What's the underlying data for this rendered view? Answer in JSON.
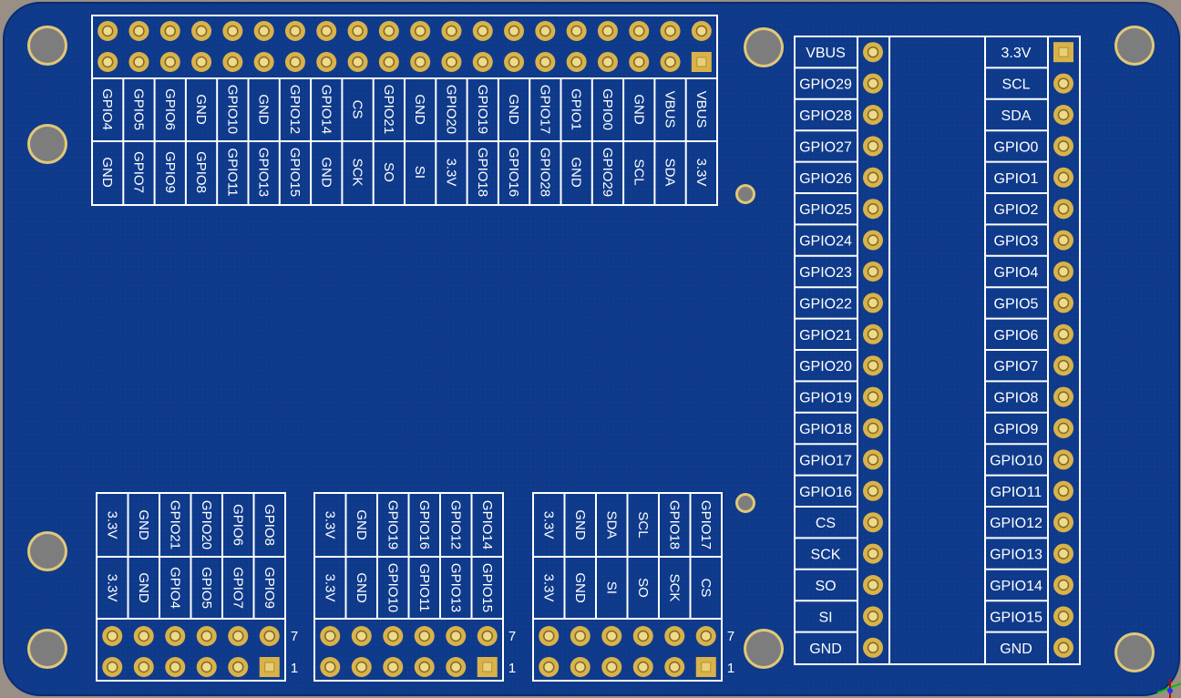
{
  "board": {
    "colors": {
      "pcb": "#0f3a8a",
      "pcb_edge": "#0a2c6e",
      "silk": "#ffffff",
      "pad": "#d9b24a",
      "pad_hole": "#3a4a2a",
      "mount": "#e0c879",
      "frame": "#9a8f86"
    }
  },
  "top_header": {
    "row1_labels": [
      "GPIO4",
      "GPIO5",
      "GPIO6",
      "GND",
      "GPIO10",
      "GND",
      "GPIO12",
      "GPIO14",
      "CS",
      "GPIO21",
      "GND",
      "GPIO20",
      "GPIO19",
      "GND",
      "GPIO17",
      "GPIO1",
      "GPIO0",
      "GND",
      "VBUS",
      "VBUS"
    ],
    "row2_labels": [
      "GND",
      "GPIO7",
      "GPIO9",
      "GPIO8",
      "GPIO11",
      "GPIO13",
      "GPIO15",
      "GND",
      "SCK",
      "SO",
      "SI",
      "3.3V",
      "GPIO18",
      "GPIO16",
      "GPIO28",
      "GND",
      "GPIO29",
      "SCL",
      "SDA",
      "3.3V"
    ]
  },
  "module": {
    "left_labels": [
      "VBUS",
      "GPIO29",
      "GPIO28",
      "GPIO27",
      "GPIO26",
      "GPIO25",
      "GPIO24",
      "GPIO23",
      "GPIO22",
      "GPIO21",
      "GPIO20",
      "GPIO19",
      "GPIO18",
      "GPIO17",
      "GPIO16",
      "CS",
      "SCK",
      "SO",
      "SI",
      "GND"
    ],
    "right_labels": [
      "3.3V",
      "SCL",
      "SDA",
      "GPIO0",
      "GPIO1",
      "GPIO2",
      "GPIO3",
      "GPIO4",
      "GPIO5",
      "GPIO6",
      "GPIO7",
      "GPIO8",
      "GPIO9",
      "GPIO10",
      "GPIO11",
      "GPIO12",
      "GPIO13",
      "GPIO14",
      "GPIO15",
      "GND"
    ]
  },
  "pmod_headers": [
    {
      "row1_labels": [
        "3.3V",
        "GND",
        "GPIO21",
        "GPIO20",
        "GPIO6",
        "GPIO8"
      ],
      "row2_labels": [
        "3.3V",
        "GND",
        "GPIO4",
        "GPIO5",
        "GPIO7",
        "GPIO9"
      ],
      "pin7_label": "7",
      "pin1_label": "1"
    },
    {
      "row1_labels": [
        "3.3V",
        "GND",
        "GPIO19",
        "GPIO16",
        "GPIO12",
        "GPIO14"
      ],
      "row2_labels": [
        "3.3V",
        "GND",
        "GPIO10",
        "GPIO11",
        "GPIO13",
        "GPIO15"
      ],
      "pin7_label": "7",
      "pin1_label": "1"
    },
    {
      "row1_labels": [
        "3.3V",
        "GND",
        "SDA",
        "SCL",
        "GPIO18",
        "GPIO17"
      ],
      "row2_labels": [
        "3.3V",
        "GND",
        "SI",
        "SO",
        "SCK",
        "CS"
      ],
      "pin7_label": "7",
      "pin1_label": "1"
    }
  ]
}
